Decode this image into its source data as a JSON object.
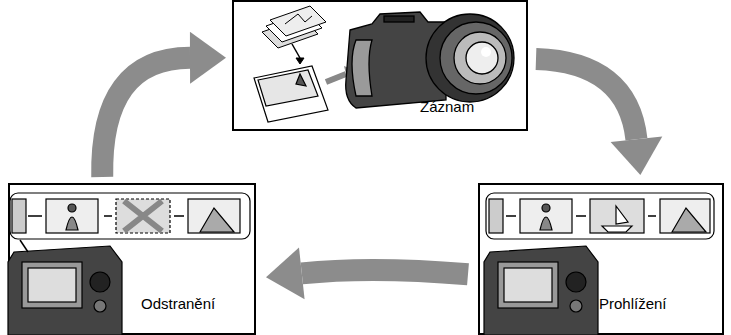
{
  "diagram": {
    "nodes": [
      {
        "text": [
          "Záznam"
        ]
      },
      {
        "text": [
          "Odstranění"
        ]
      },
      {
        "text": [
          "Prohlížení"
        ]
      }
    ],
    "edges": [
      {
        "from": 0,
        "to": 2,
        "arrow": "to"
      },
      {
        "from": 2,
        "to": 1,
        "arrow": "to"
      },
      {
        "from": 1,
        "to": 0,
        "arrow": "to"
      }
    ]
  }
}
